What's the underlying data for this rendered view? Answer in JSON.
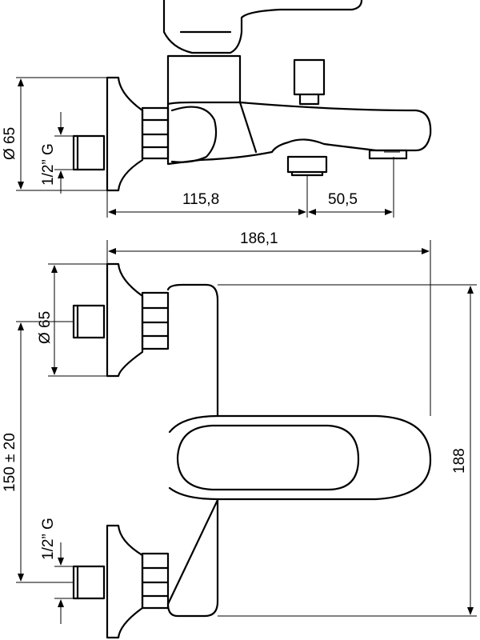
{
  "dimensions": {
    "side_flange_diameter": "Ø 65",
    "side_thread": "1/2” G",
    "depth_to_spout": "115,8",
    "spout_reach": "50,5",
    "overall_depth": "186,1",
    "top_flange_diameter": "Ø 65",
    "center_distance": "150 ± 20",
    "top_thread": "1/2” G",
    "overall_length": "188"
  }
}
